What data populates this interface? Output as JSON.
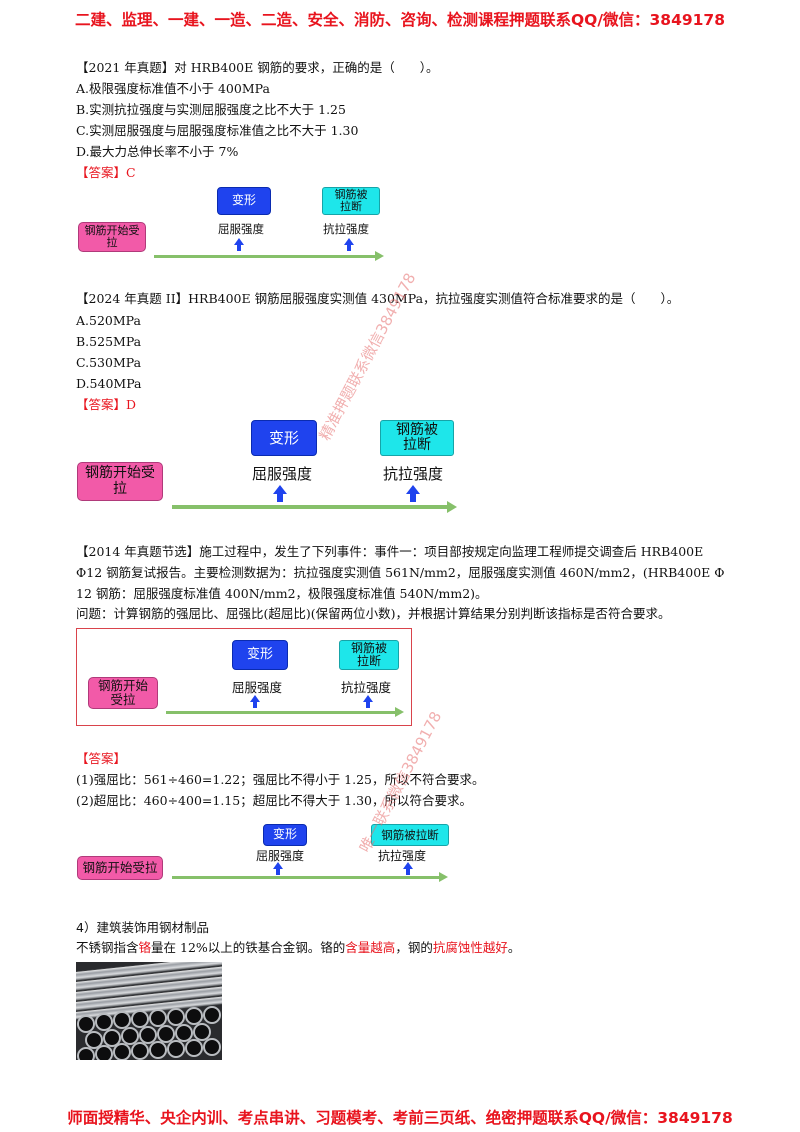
{
  "header_banner": "二建、监理、一建、一造、二造、安全、消防、咨询、检测课程押题联系QQ/微信：3849178",
  "footer_banner": "师面授精华、央企内训、考点串讲、习题模考、考前三页纸、绝密押题联系QQ/微信：3849178",
  "q1": {
    "stem": "【2021 年真题】对 HRB400E 钢筋的要求，正确的是（　　）。",
    "options": [
      "A.极限强度标准值不小于 400MPa",
      "B.实测抗拉强度与实测屈服强度之比不大于 1.25",
      "C.实测屈服强度与屈服强度标准值之比不大于 1.30",
      "D.最大力总伸长率不小于 7%"
    ],
    "answer": "【答案】C"
  },
  "q2": {
    "stem": "【2024 年真题 II】HRB400E 钢筋屈服强度实测值 430MPa，抗拉强度实测值符合标准要求的是（　　）。",
    "options": [
      "A.520MPa",
      "B.525MPa",
      "C.530MPa",
      "D.540MPa"
    ],
    "answer": "【答案】D"
  },
  "q3": {
    "stem_lines": [
      "【2014 年真题节选】施工过程中，发生了下列事件：事件一：项目部按规定向监理工程师提交调查后 HRB400E",
      "Φ12 钢筋复试报告。主要检测数据为：抗拉强度实测值 561N/mm2，屈服强度实测值 460N/mm2，(HRB400E  Φ",
      "12 钢筋：屈服强度标准值 400N/mm2，极限强度标准值 540N/mm2)。",
      "问题：计算钢筋的强屈比、屈强比(超屈比)(保留两位小数)，并根据计算结果分别判断该指标是否符合要求。"
    ],
    "answer": "【答案】",
    "answer_lines": [
      "(1)强屈比：561÷460=1.22；强屈比不得小于 1.25，所以不符合要求。",
      "(2)超屈比：460÷400=1.15；超屈比不得大于 1.30，所以符合要求。"
    ]
  },
  "diagram": {
    "start": "钢筋开始受拉",
    "start_split": [
      "钢筋开始受",
      "拉"
    ],
    "start_split_b": [
      "钢筋开始",
      "受拉"
    ],
    "deform": "变形",
    "break_split": [
      "钢筋被",
      "拉断"
    ],
    "break_single": "钢筋被拉断",
    "yield": "屈服强度",
    "tensile": "抗拉强度"
  },
  "section4": {
    "heading": "4）建筑装饰用钢材制品",
    "text_a": "不锈钢指含",
    "text_b": "铬",
    "text_c": "量在 12%以上的铁基合金钢。铬的",
    "text_d": "含量越高",
    "text_e": "，钢的",
    "text_f": "抗腐蚀性越好",
    "text_g": "。"
  },
  "watermarks": [
    "精准押题联系微信3849178",
    "唯一联系微信3849178"
  ],
  "colors": {
    "banner_red": "#e8141e",
    "start_pink": "#f25aa8",
    "deform_blue": "#1f43ee",
    "break_cyan": "#1ee6ea",
    "axis_green": "#86c06a"
  }
}
